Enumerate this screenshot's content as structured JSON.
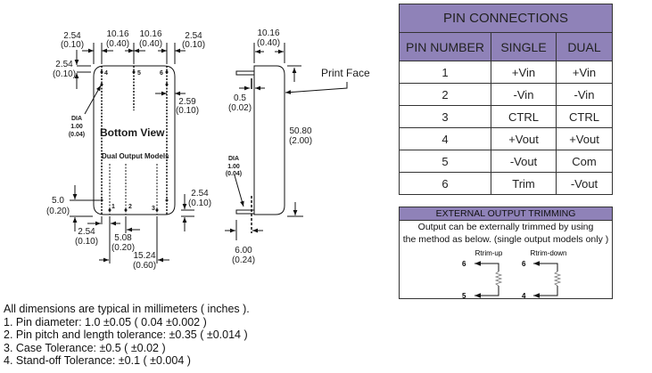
{
  "bottom_view": {
    "title": "Bottom View",
    "subtitle": "Dual Output Models",
    "pin_labels": [
      "4",
      "5",
      "6",
      "1",
      "2",
      "3"
    ],
    "dims": {
      "top_left_margin": {
        "mm": "2.54",
        "in": "(0.10)"
      },
      "top_pitch_a": {
        "mm": "10.16",
        "in": "(0.40)"
      },
      "top_pitch_b": {
        "mm": "10.16",
        "in": "(0.40)"
      },
      "top_right_margin": {
        "mm": "2.54",
        "in": "(0.10)"
      },
      "left_top_offset": {
        "mm": "2.54",
        "in": "(0.10)"
      },
      "right_pin_offset": {
        "mm": "2.59",
        "in": "(0.10)"
      },
      "pin_dia": {
        "label": "DIA",
        "mm": "1.00",
        "in": "(0.04)"
      },
      "left_bottom_offset": {
        "mm": "5.0",
        "in": "(0.20)"
      },
      "right_bottom_offset": {
        "mm": "2.54",
        "in": "(0.10)"
      },
      "bottom_left_margin": {
        "mm": "2.54",
        "in": "(0.10)"
      },
      "bottom_pitch": {
        "mm": "5.08",
        "in": "(0.20)"
      },
      "bottom_span": {
        "mm": "15.24",
        "in": "(0.60)"
      }
    }
  },
  "side_view": {
    "print_face_label": "Print Face",
    "dims": {
      "width": {
        "mm": "10.16",
        "in": "(0.40)"
      },
      "standoff": {
        "mm": "0.5",
        "in": "(0.02)"
      },
      "length": {
        "mm": "50.80",
        "in": "(2.00)"
      },
      "pin_dia": {
        "label": "DIA",
        "mm": "1.00",
        "in": "(0.04)"
      },
      "pin_length": {
        "mm": "6.00",
        "in": "(0.24)"
      }
    }
  },
  "pin_connections": {
    "title": "PIN CONNECTIONS",
    "headers": [
      "PIN NUMBER",
      "SINGLE",
      "DUAL"
    ],
    "rows": [
      [
        "1",
        "+Vin",
        "+Vin"
      ],
      [
        "2",
        "-Vin",
        "-Vin"
      ],
      [
        "3",
        "CTRL",
        "CTRL"
      ],
      [
        "4",
        "+Vout",
        "+Vout"
      ],
      [
        "5",
        "-Vout",
        "Com"
      ],
      [
        "6",
        "Trim",
        "-Vout"
      ]
    ],
    "header_color": "#8f82b8"
  },
  "trimming": {
    "title": "EXTERNAL OUTPUT TRIMMING",
    "line1": "Output can be externally trimmed by using",
    "line2": "the method as below. (single output models only )",
    "up": {
      "label": "Rtrim-up",
      "top_pin": "6",
      "bottom_pin": "5"
    },
    "down": {
      "label": "Rtrim-down",
      "top_pin": "6",
      "bottom_pin": "4"
    }
  },
  "notes": [
    "All dimensions are typical in millimeters ( inches ).",
    "1.  Pin diameter: 1.0 ±0.05 ( 0.04 ±0.002 )",
    "2.  Pin pitch and length tolerance:  ±0.35 ( ±0.014 )",
    "3.  Case Tolerance:  ±0.5 ( ±0.02 )",
    "4.  Stand-off Tolerance: ±0.1 ( ±0.004 )"
  ]
}
